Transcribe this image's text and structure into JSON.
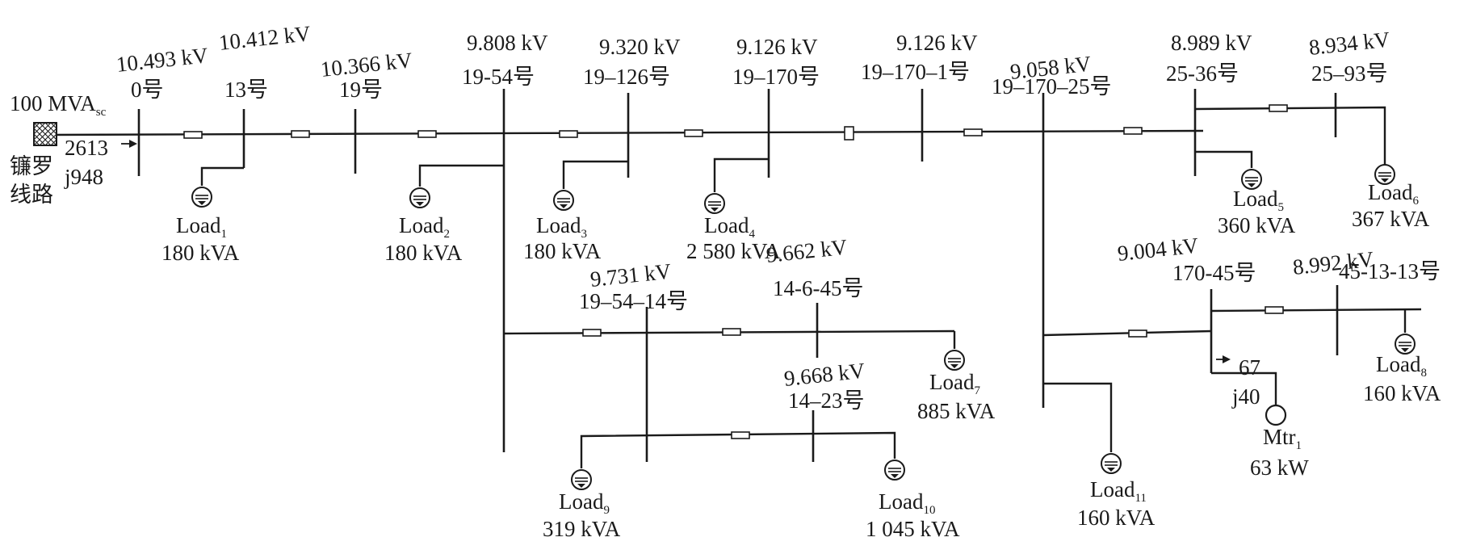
{
  "source": {
    "label": "100 MVA",
    "label_sub": "sc",
    "line_name_1": "镰罗",
    "line_name_2": "线路",
    "impedance_re": "2613",
    "impedance_im": "j948"
  },
  "buses": [
    {
      "voltage": "10.493 kV",
      "name": "0号"
    },
    {
      "voltage": "10.412 kV",
      "name": "13号"
    },
    {
      "voltage": "10.366 kV",
      "name": "19号"
    },
    {
      "voltage": "9.808 kV",
      "name": "19-54号"
    },
    {
      "voltage": "9.320 kV",
      "name": "19–126号"
    },
    {
      "voltage": "9.126 kV",
      "name": "19–170号"
    },
    {
      "voltage": "9.126 kV",
      "name": "19–170–1号"
    },
    {
      "voltage": "9.058 kV",
      "name": "19–170–25号"
    },
    {
      "voltage": "8.989 kV",
      "name": "25-36号"
    },
    {
      "voltage": "8.934 kV",
      "name": "25–93号"
    },
    {
      "voltage": "9.731 kV",
      "name": "19–54–14号"
    },
    {
      "voltage": "9.662 kV",
      "name": "14-6-45号"
    },
    {
      "voltage": "9.668 kV",
      "name": "14–23号"
    },
    {
      "voltage": "9.004 kV",
      "name": "170-45号"
    },
    {
      "voltage": "8.992 kV",
      "name": "45-13-13号"
    }
  ],
  "loads": [
    {
      "name": "Load",
      "index": "1",
      "rating": "180 kVA"
    },
    {
      "name": "Load",
      "index": "2",
      "rating": "180 kVA"
    },
    {
      "name": "Load",
      "index": "3",
      "rating": "180 kVA"
    },
    {
      "name": "Load",
      "index": "4",
      "rating": "2 580 kVA"
    },
    {
      "name": "Load",
      "index": "5",
      "rating": "360 kVA"
    },
    {
      "name": "Load",
      "index": "6",
      "rating": "367 kVA"
    },
    {
      "name": "Load",
      "index": "7",
      "rating": "885 kVA"
    },
    {
      "name": "Load",
      "index": "8",
      "rating": "160 kVA"
    },
    {
      "name": "Load",
      "index": "9",
      "rating": "319 kVA"
    },
    {
      "name": "Load",
      "index": "10",
      "rating": "1 045 kVA"
    },
    {
      "name": "Load",
      "index": "11",
      "rating": "160 kVA"
    }
  ],
  "motor": {
    "name": "Mtr",
    "index": "1",
    "rating": "63 kW",
    "impedance_re": "67",
    "impedance_im": "j40"
  }
}
